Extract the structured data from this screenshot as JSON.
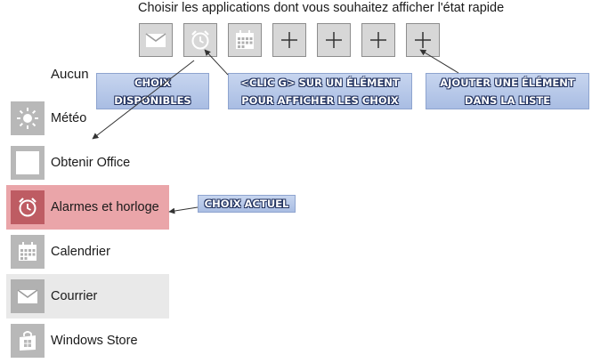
{
  "title": "Choisir les applications dont vous souhaitez afficher l'état rapide",
  "top_slots": [
    {
      "icon": "mail-icon",
      "state": "set"
    },
    {
      "icon": "alarm-clock-icon",
      "state": "set"
    },
    {
      "icon": "calendar-icon",
      "state": "set"
    },
    {
      "icon": "plus-icon",
      "state": "empty"
    },
    {
      "icon": "plus-icon",
      "state": "empty"
    },
    {
      "icon": "plus-icon",
      "state": "empty"
    },
    {
      "icon": "plus-icon",
      "state": "empty"
    }
  ],
  "choices": {
    "none_label": "Aucun",
    "items": [
      {
        "label": "Météo",
        "icon": "sun-icon"
      },
      {
        "label": "Obtenir Office",
        "icon": "office-icon"
      },
      {
        "label": "Alarmes et horloge",
        "icon": "alarm-clock-icon",
        "state": "selected"
      },
      {
        "label": "Calendrier",
        "icon": "calendar-icon"
      },
      {
        "label": "Courrier",
        "icon": "mail-icon",
        "state": "hover"
      },
      {
        "label": "Windows Store",
        "icon": "store-icon"
      }
    ]
  },
  "annotations": {
    "choix_disponibles": [
      "CHOIX",
      "DISPONIBLES"
    ],
    "clic_element": [
      "<CLIC G> SUR UN ÉLÉMENT",
      "POUR AFFICHER LES CHOIX"
    ],
    "ajouter_element": [
      "AJOUTER UNE ÉLÉMENT",
      "DANS LA LISTE"
    ],
    "choix_actuel": [
      "CHOIX ACTUEL"
    ]
  },
  "colors": {
    "tile_bg": "#d7d7d7",
    "selected_row": "#eaa5a9",
    "selected_icon": "#be5c63",
    "callout": "#b4c6e7"
  }
}
